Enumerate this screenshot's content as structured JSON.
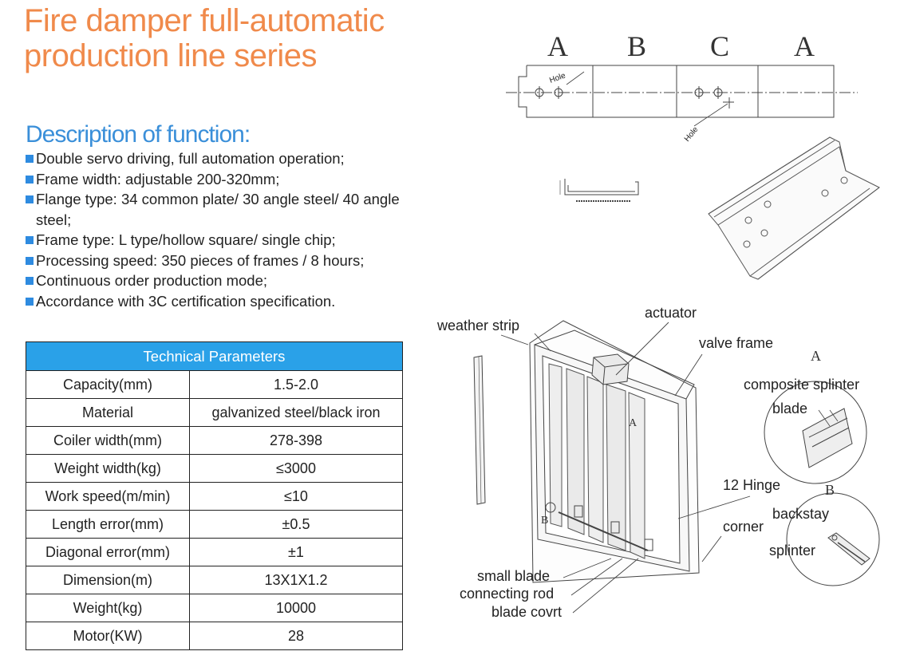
{
  "title": {
    "line1": "Fire damper full-automatic",
    "line2": "production line series"
  },
  "description": {
    "heading": "Description of function:",
    "items": [
      "Double servo driving, full automation operation;",
      "Frame width: adjustable 200-320mm;",
      "Flange type: 34 common plate/ 30 angle steel/ 40 angle steel;",
      "Frame type: L type/hollow square/ single chip;",
      "Processing speed: 350 pieces of frames / 8 hours;",
      "Continuous order production mode;",
      "Accordance with 3C certification specification."
    ]
  },
  "table": {
    "header": "Technical Parameters",
    "rows": [
      {
        "label": "Capacity(mm)",
        "value": "1.5-2.0"
      },
      {
        "label": "Material",
        "value": "galvanized steel/black iron"
      },
      {
        "label": "Coiler width(mm)",
        "value": "278-398"
      },
      {
        "label": "Weight width(kg)",
        "value": "≤3000"
      },
      {
        "label": "Work speed(m/min)",
        "value": "≤10"
      },
      {
        "label": "Length error(mm)",
        "value": "±0.5"
      },
      {
        "label": "Diagonal error(mm)",
        "value": "±1"
      },
      {
        "label": "Dimension(m)",
        "value": "13X1X1.2"
      },
      {
        "label": "Weight(kg)",
        "value": "10000"
      },
      {
        "label": "Motor(KW)",
        "value": "28"
      }
    ]
  },
  "frame_drawing": {
    "sections": [
      "A",
      "B",
      "C",
      "A"
    ],
    "hole_label": "Hole"
  },
  "damper_labels": {
    "actuator": "actuator",
    "weather_strip": "weather strip",
    "valve_frame": "valve frame",
    "detail_a": "A",
    "composite_splinter": "composite splinter",
    "blade": "blade",
    "hinge": "12 Hinge",
    "detail_b": "B",
    "backstay": "backstay",
    "corner": "corner",
    "splinter": "splinter",
    "small_blade": "small blade",
    "connecting_rod": "connecting rod",
    "blade_covrt": "blade covrt"
  }
}
